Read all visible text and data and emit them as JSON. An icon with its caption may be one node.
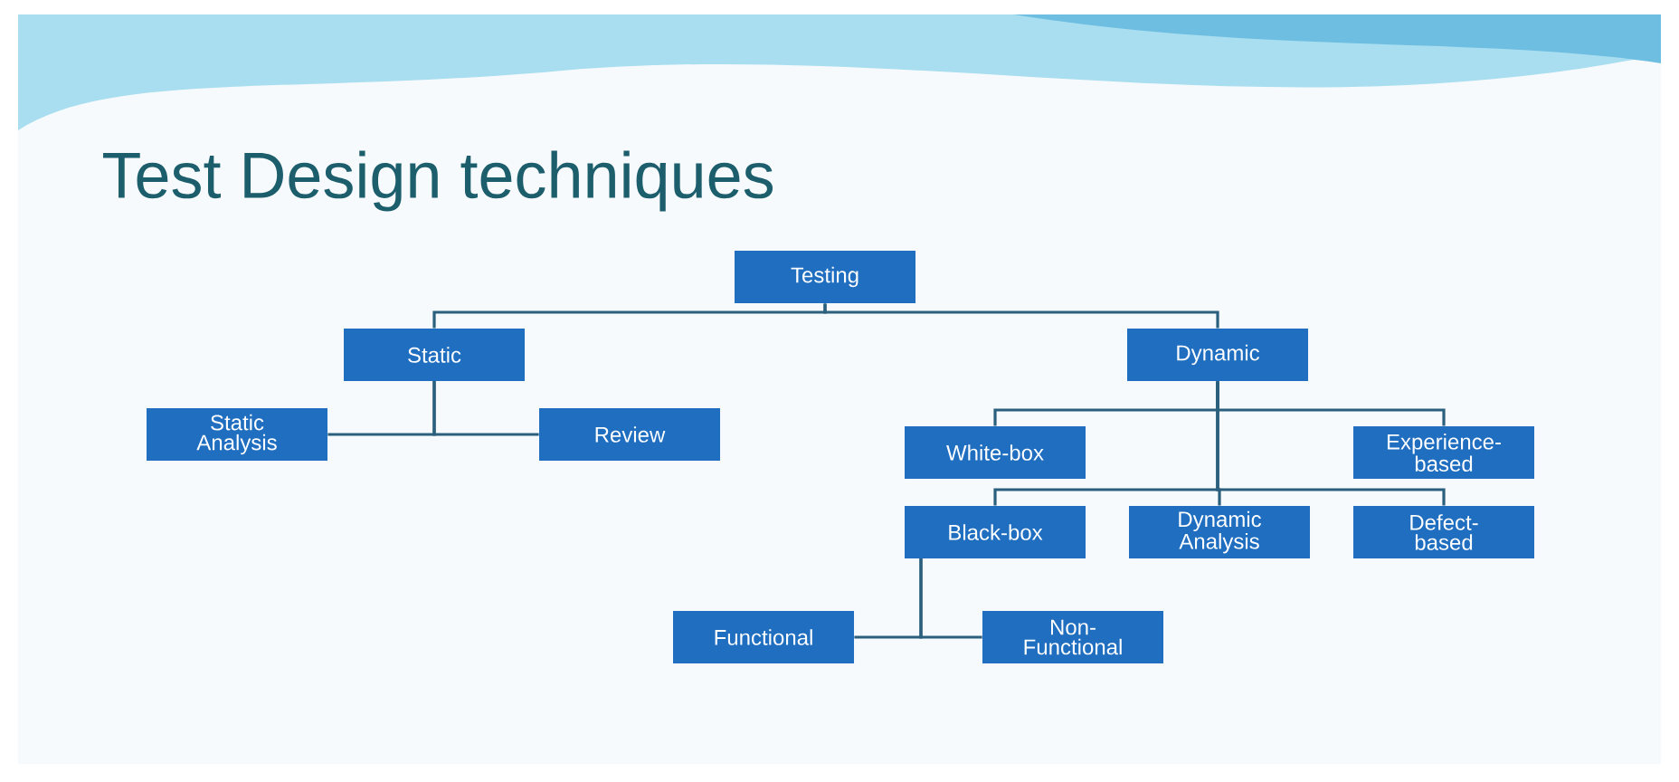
{
  "diagram": {
    "title": "Test Design techniques",
    "nodes": [
      {
        "text": [
          "Testing"
        ]
      },
      {
        "text": [
          "Static"
        ]
      },
      {
        "text": [
          "Dynamic"
        ]
      },
      {
        "text": [
          "Static Analysis"
        ]
      },
      {
        "text": [
          "Review"
        ]
      },
      {
        "text": [
          "White-box"
        ]
      },
      {
        "text": [
          "Experience-based"
        ]
      },
      {
        "text": [
          "Black-box"
        ]
      },
      {
        "text": [
          "Dynamic Analysis"
        ]
      },
      {
        "text": [
          "Defect-based"
        ]
      },
      {
        "text": [
          "Functional"
        ]
      },
      {
        "text": [
          "Non-Functional"
        ]
      }
    ],
    "edges": [
      {
        "from": 0,
        "to": 1,
        "arrow": "none"
      },
      {
        "from": 0,
        "to": 2,
        "arrow": "none"
      },
      {
        "from": 1,
        "to": 3,
        "arrow": "none"
      },
      {
        "from": 1,
        "to": 4,
        "arrow": "none"
      },
      {
        "from": 2,
        "to": 5,
        "arrow": "none"
      },
      {
        "from": 2,
        "to": 6,
        "arrow": "none"
      },
      {
        "from": 2,
        "to": 7,
        "arrow": "none"
      },
      {
        "from": 2,
        "to": 8,
        "arrow": "none"
      },
      {
        "from": 2,
        "to": 9,
        "arrow": "none"
      },
      {
        "from": 7,
        "to": 10,
        "arrow": "none"
      },
      {
        "from": 7,
        "to": 11,
        "arrow": "none"
      }
    ]
  }
}
